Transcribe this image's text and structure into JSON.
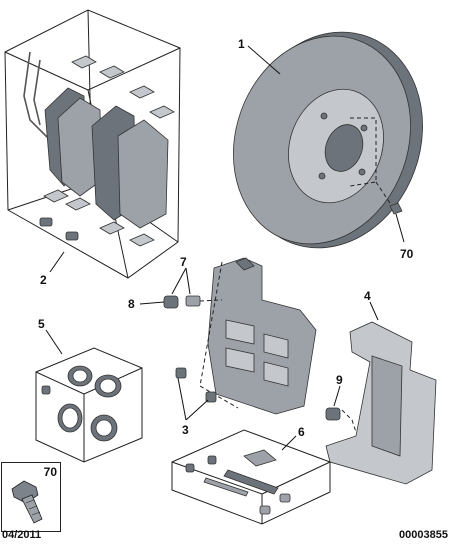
{
  "callouts": {
    "disc": "1",
    "pad_kit": "2",
    "caliper_bolts": "3",
    "carrier": "4",
    "seal_kit": "5",
    "guide_kit": "6",
    "bleed": "7",
    "cap": "8",
    "bolt": "9",
    "screw": "70"
  },
  "inset": {
    "label": "70"
  },
  "footer": {
    "date": "04/2011",
    "reference": "00003855"
  }
}
